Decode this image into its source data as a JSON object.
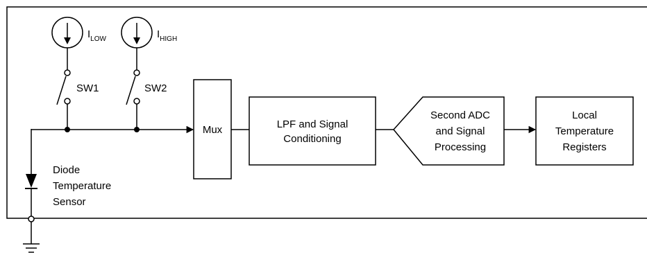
{
  "sources": {
    "low": {
      "main": "I",
      "sub": "LOW"
    },
    "high": {
      "main": "I",
      "sub": "HIGH"
    }
  },
  "switches": {
    "sw1": "SW1",
    "sw2": "SW2"
  },
  "blocks": {
    "mux": "Mux",
    "lpf": [
      "LPF and Signal",
      "Conditioning"
    ],
    "adc": [
      "Second ADC",
      "and Signal",
      "Processing"
    ],
    "regs": [
      "Local",
      "Temperature",
      "Registers"
    ]
  },
  "diode": [
    "Diode",
    "Temperature",
    "Sensor"
  ]
}
